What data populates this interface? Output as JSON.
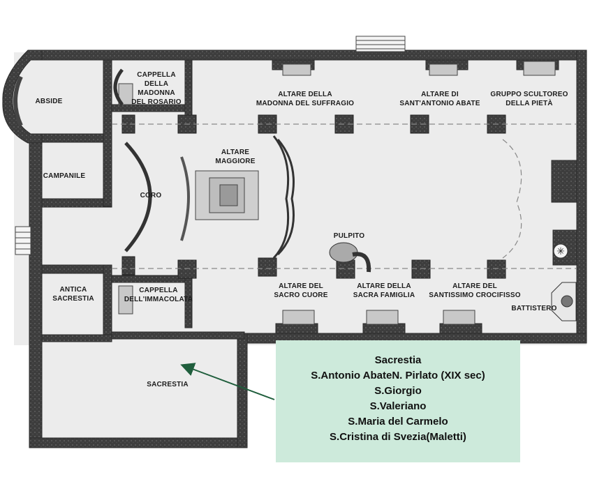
{
  "labels": {
    "abside": "ABSIDE",
    "cappella_rosario": [
      "CAPPELLA",
      "DELLA",
      "MADONNA",
      "DEL ROSARIO"
    ],
    "altare_suffragio": [
      "ALTARE DELLA",
      "MADONNA DEL SUFFRAGIO"
    ],
    "altare_antonio": [
      "ALTARE DI",
      "SANT'ANTONIO ABATE"
    ],
    "gruppo_pieta": [
      "GRUPPO SCULTOREO",
      "DELLA PIETÀ"
    ],
    "campanile": "CAMPANILE",
    "altare_maggiore": [
      "ALTARE",
      "MAGGIORE"
    ],
    "coro": "CORO",
    "pulpito": "PULPITO",
    "antica_sacrestia": [
      "ANTICA",
      "SACRESTIA"
    ],
    "cappella_immacolata": [
      "CAPPELLA",
      "DELL'IMMACOLATA"
    ],
    "altare_sacro_cuore": [
      "ALTARE DEL",
      "SACRO CUORE"
    ],
    "altare_sacra_famiglia": [
      "ALTARE DELLA",
      "SACRA FAMIGLIA"
    ],
    "altare_crocifisso": [
      "ALTARE DEL",
      "SANTISSIMO CROCIFISSO"
    ],
    "battistero": "BATTISTERO",
    "sacrestia": "SACRESTIA"
  },
  "infobox": {
    "lines": [
      "Sacrestia",
      "S.Antonio AbateN. Pirlato (XIX sec)",
      "S.Giorgio",
      "S.Valeriano",
      "S.Maria del Carmelo",
      "S.Cristina di Svezia(Maletti)"
    ]
  },
  "colors": {
    "wall": "#3a3a3a",
    "floor": "#ececec",
    "arrow": "#1f5e3c",
    "infobox_bg": "#cdeadb"
  }
}
